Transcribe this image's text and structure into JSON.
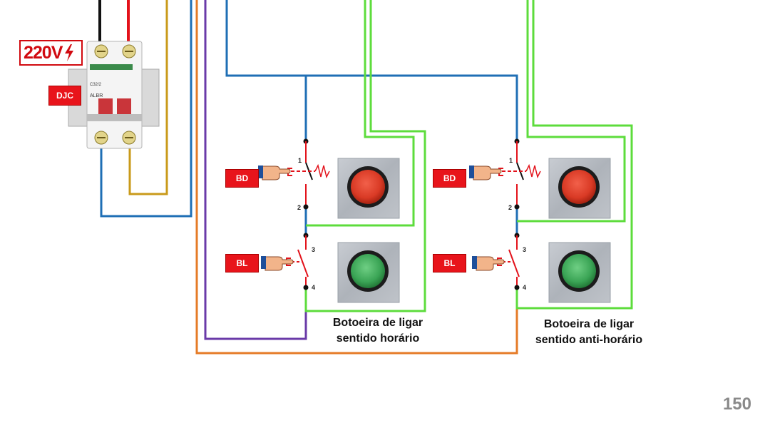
{
  "supply": {
    "voltage_label": "220V"
  },
  "breaker": {
    "label": "DJC",
    "brand": "ALBR",
    "model": "C32/2"
  },
  "groups": [
    {
      "stop_button": {
        "label": "BD",
        "terminals": [
          "1",
          "2"
        ]
      },
      "start_button": {
        "label": "BL",
        "terminals": [
          "3",
          "4"
        ]
      },
      "caption_line1": "Botoeira de ligar",
      "caption_line2": "sentido horário"
    },
    {
      "stop_button": {
        "label": "BD",
        "terminals": [
          "1",
          "2"
        ]
      },
      "start_button": {
        "label": "BL",
        "terminals": [
          "3",
          "4"
        ]
      },
      "caption_line1": "Botoeira de ligar",
      "caption_line2": "sentido anti-horário"
    }
  ],
  "page_number": "150",
  "colors": {
    "wire_black": "#111111",
    "wire_red": "#e3121b",
    "wire_blue": "#1f6fb5",
    "wire_yellow": "#c99a1a",
    "wire_purple": "#6a3aa8",
    "wire_orange": "#e57b27",
    "wire_green": "#5ddc3c",
    "tag_red": "#e8141b"
  }
}
